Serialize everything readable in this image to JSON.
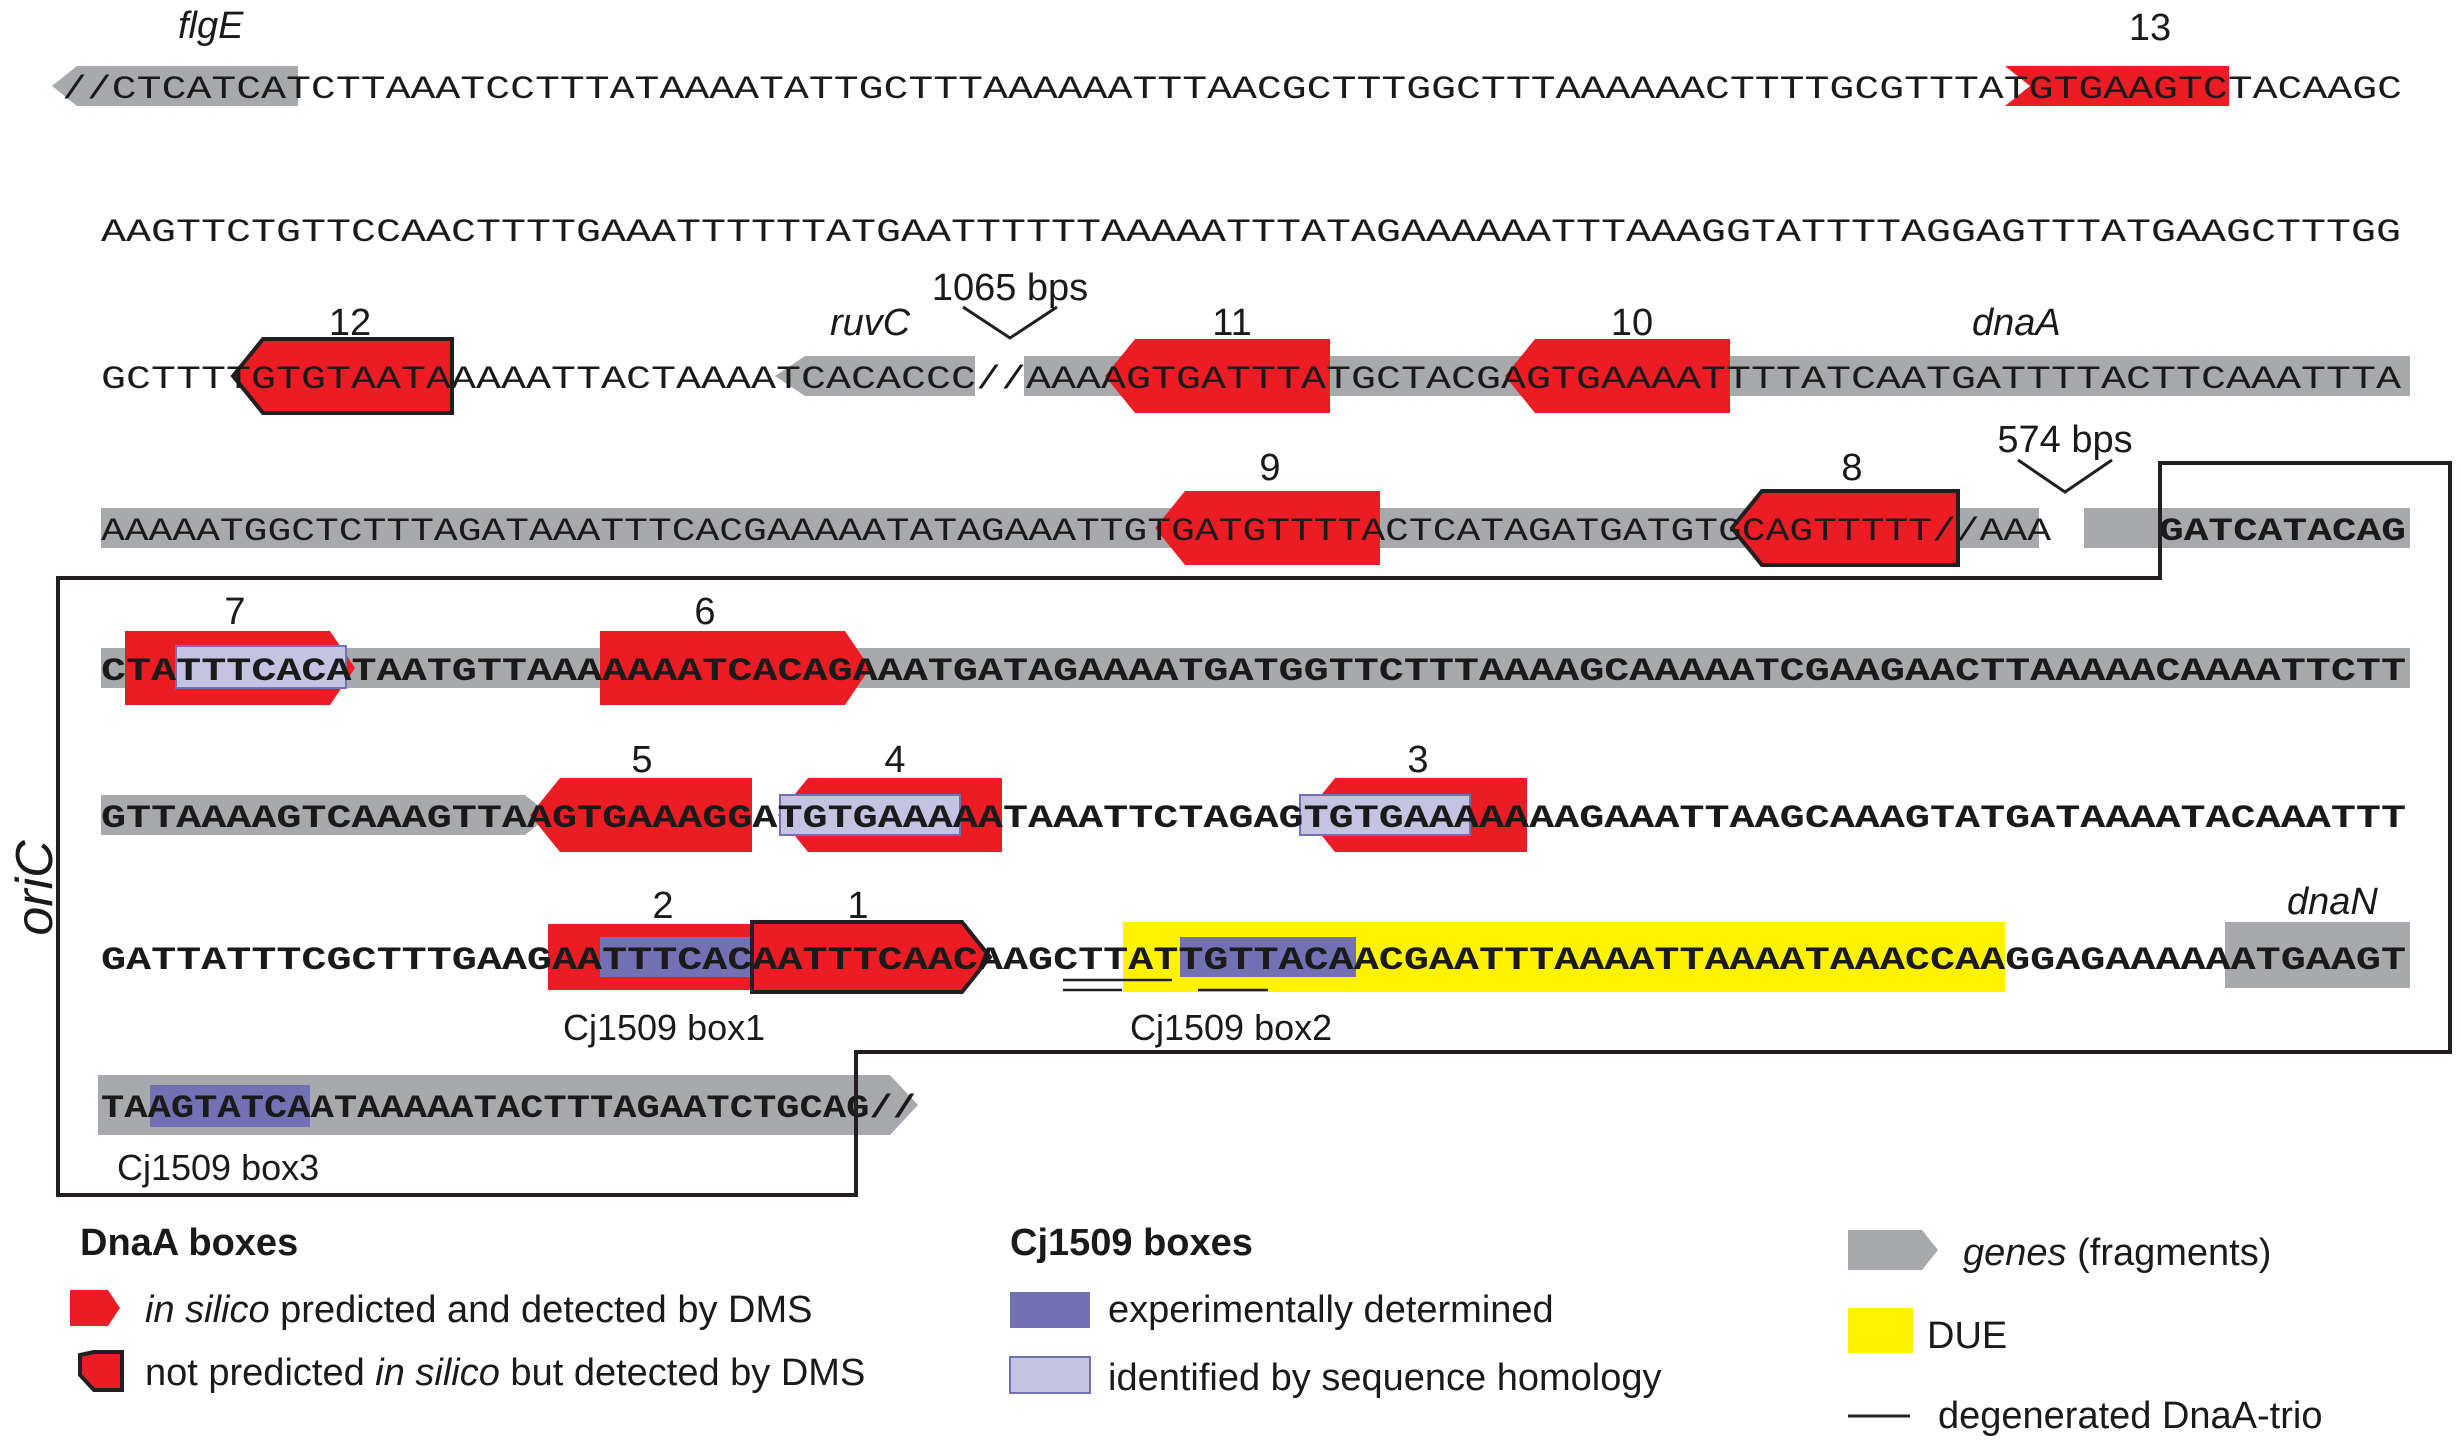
{
  "sequences": {
    "row1": "//CTCATCATCTTAAATCCTTTATAAAATATTGCTTTAAAAAATTTAACGCTTTGGCTTTAAAAAACTTTTGCGTTTATGTGAAGTCTACAAGC",
    "row2": "AAGTTCTGTTCCAACTTTTGAAATTTTTTATGAATTTTTTAAAAATTTATAGAAAAAATTTAAAGGTATTTTAGGAGTTTATGAAGCTTTGG",
    "row3": "GCTTTTGTGTAATAAAAATTACTAAAATCACACCC//AAAAGTGATTTATGCTACGAGTGAAAATTTTATCAATGATTTTACTTCAAATTTA",
    "row4_normal": "AAAAATGGCTCTTTAGATAAATTTCACGAAAAATATAGAAATTGTGATGTTTTACTCATAGATGATGTGCAGTTTTT//AAA",
    "row4_bold": "GATCATACAG",
    "row5": "CTATTTCACATAATGTTAAAAAAATCACAGAAATGATAGAAAATGATGGTTCTTTAAAAGCAAAAATCGAAGAACTTAAAAACAAAATTCTT",
    "row6": "GTTAAAAGTCAAAGTTAAGTGAAAGGATGTGAAAAATAAATTCTAGAGTGTGAAAAAAAGAAATTAAGCAAAGTATGATAAAATACAAATTT",
    "row7": "GATTATTTCGCTTTGAAGAATTTCACAATTTCAACAAGCTTATTGTTACAACGAATTTAAAATTAAAATAAACCAAGGAGAAAAAATGAAGT",
    "row8": "TAAGTATCAATAAAAATACTTTAGAATCTGCAG//"
  },
  "box_numbers": [
    "1",
    "2",
    "3",
    "4",
    "5",
    "6",
    "7",
    "8",
    "9",
    "10",
    "11",
    "12",
    "13"
  ],
  "gene_labels": {
    "flgE": "flgE",
    "ruvC": "ruvC",
    "dnaA": "dnaA",
    "dnaN": "dnaN"
  },
  "gaps": {
    "gap1": "1065 bps",
    "gap2": "574 bps"
  },
  "cj1509_labels": {
    "box1": "Cj1509 box1",
    "box2": "Cj1509 box2",
    "box3": "Cj1509 box3"
  },
  "oric_label": "oriC",
  "legend": {
    "dnaa_title": "DnaA boxes",
    "dnaa_predicted_italic": "in silico",
    "dnaa_predicted_rest": " predicted and detected by DMS",
    "dnaa_notpred_pre": "not predicted ",
    "dnaa_notpred_italic": "in silico",
    "dnaa_notpred_post": " but detected by DMS",
    "cj_title": "Cj1509 boxes",
    "cj_experimental": "experimentally determined",
    "cj_homology": "identified by sequence homology",
    "genes_italic": "genes",
    "genes_rest": " (fragments)",
    "due": "DUE",
    "trio": "degenerated DnaA-trio"
  },
  "colors": {
    "dnaa_box": "#ec1c24",
    "gene": "#a7a9ac",
    "cj_experimental": "#7470b4",
    "cj_homology": "#c4c3e2",
    "due": "#fff200",
    "outline": "#231f20"
  }
}
